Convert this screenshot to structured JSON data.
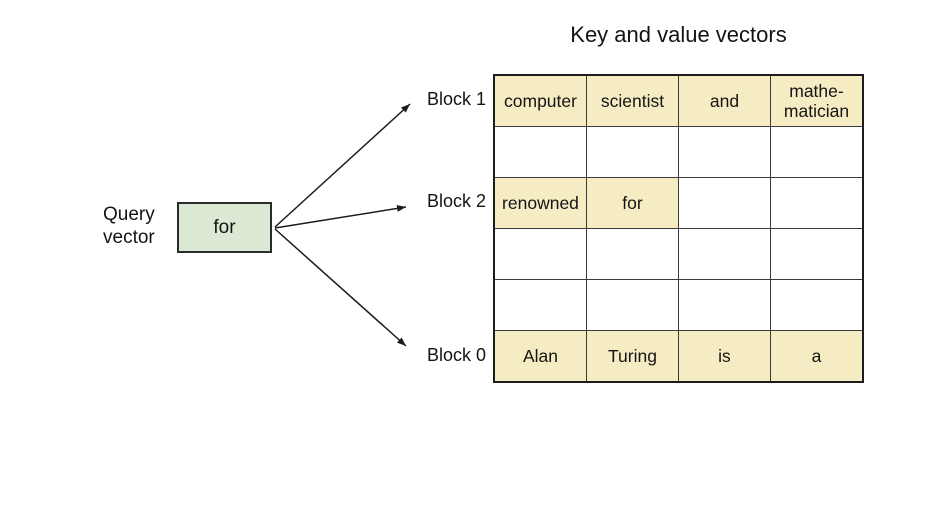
{
  "title": "Key and value vectors",
  "query": {
    "label": "Query vector",
    "box_text": "for"
  },
  "blocks": [
    {
      "label": "Block 1"
    },
    {
      "label": "Block 2"
    },
    {
      "label": "Block 0"
    }
  ],
  "table": {
    "rows": [
      {
        "cells": [
          {
            "text": "computer"
          },
          {
            "text": "scientist"
          },
          {
            "text": "and"
          },
          {
            "text": "mathe-matician"
          }
        ]
      },
      {
        "cells": [
          {
            "text": ""
          },
          {
            "text": ""
          },
          {
            "text": ""
          },
          {
            "text": ""
          }
        ]
      },
      {
        "cells": [
          {
            "text": "renowned"
          },
          {
            "text": "for"
          },
          {
            "text": ""
          },
          {
            "text": ""
          }
        ]
      },
      {
        "cells": [
          {
            "text": ""
          },
          {
            "text": ""
          },
          {
            "text": ""
          },
          {
            "text": ""
          }
        ]
      },
      {
        "cells": [
          {
            "text": ""
          },
          {
            "text": ""
          },
          {
            "text": ""
          },
          {
            "text": ""
          }
        ]
      },
      {
        "cells": [
          {
            "text": "Alan"
          },
          {
            "text": "Turing"
          },
          {
            "text": "is"
          },
          {
            "text": "a"
          }
        ]
      }
    ]
  },
  "colors": {
    "highlight_cell_fill": "#f6ecc3",
    "query_box_fill": "#dbe8d3",
    "border": "#2b2b2b",
    "text": "#141414",
    "background": "#ffffff"
  }
}
